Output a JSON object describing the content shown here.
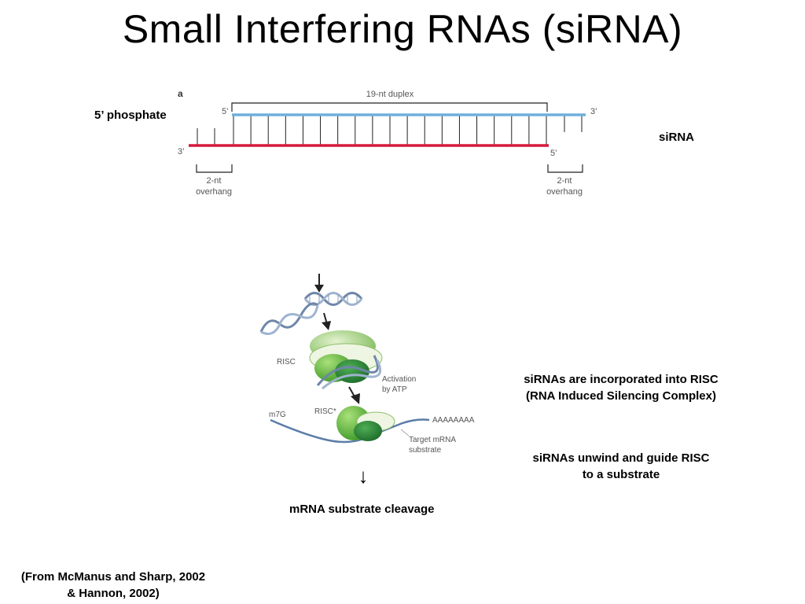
{
  "title": "Small Interfering RNAs (siRNA)",
  "panel_a": {
    "panel_label": "a",
    "duplex_label": "19-nt duplex",
    "phosphate_label": "5’ phosphate",
    "sirna_label": "siRNA",
    "top_left_end": "5’",
    "top_right_end": "3’",
    "bottom_left_end": "3’",
    "bottom_right_end": "5’",
    "left_overhang_line1": "2-nt",
    "left_overhang_line2": "overhang",
    "right_overhang_line1": "2-nt",
    "right_overhang_line2": "overhang",
    "colors": {
      "top_strand": "#6fb0dc",
      "bottom_strand": "#d6193b"
    }
  },
  "pathway": {
    "risc_label": "RISC",
    "activation_line1": "Activation",
    "activation_line2": "by ATP",
    "risc_star_label": "RISC*",
    "m7g_label": "m7G",
    "polya_label": "AAAAAAAA",
    "target_line1": "Target mRNA",
    "target_line2": "substrate",
    "down_arrow": "↓",
    "cleavage_label": "mRNA substrate cleavage"
  },
  "notes": {
    "incorporated_line1": "siRNAs are incorporated into RISC",
    "incorporated_line2": "(RNA Induced Silencing Complex)",
    "unwind_line1": "siRNAs unwind and guide RISC",
    "unwind_line2": "to a substrate"
  },
  "citation": {
    "line1": "(From McManus and Sharp, 2002",
    "line2": "& Hannon, 2002)"
  }
}
